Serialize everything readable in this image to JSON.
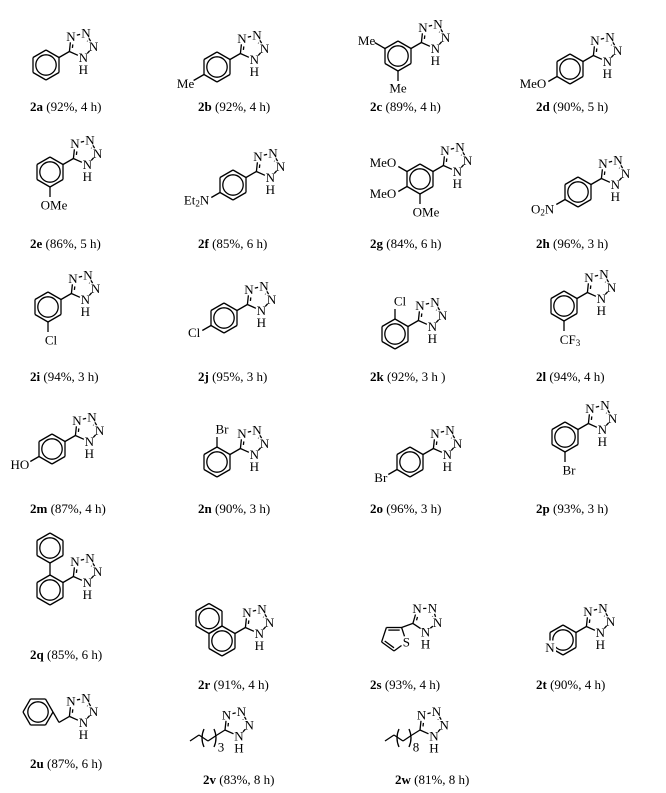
{
  "compounds": [
    {
      "id": "2a",
      "cond": "(92%, 4 h)"
    },
    {
      "id": "2b",
      "cond": "(92%, 4 h)"
    },
    {
      "id": "2c",
      "cond": "(89%, 4 h)"
    },
    {
      "id": "2d",
      "cond": "(90%, 5 h)"
    },
    {
      "id": "2e",
      "cond": "(86%, 5 h)"
    },
    {
      "id": "2f",
      "cond": "(85%, 6 h)"
    },
    {
      "id": "2g",
      "cond": "(84%, 6 h)"
    },
    {
      "id": "2h",
      "cond": "(96%, 3 h)"
    },
    {
      "id": "2i",
      "cond": "(94%, 3 h)"
    },
    {
      "id": "2j",
      "cond": "(95%, 3 h)"
    },
    {
      "id": "2k",
      "cond": "(92%, 3 h )"
    },
    {
      "id": "2l",
      "cond": "(94%, 4 h)"
    },
    {
      "id": "2m",
      "cond": "(87%, 4 h)"
    },
    {
      "id": "2n",
      "cond": "(90%, 3 h)"
    },
    {
      "id": "2o",
      "cond": "(96%, 3 h)"
    },
    {
      "id": "2p",
      "cond": "(93%, 3 h)"
    },
    {
      "id": "2q",
      "cond": "(85%, 6 h)"
    },
    {
      "id": "2r",
      "cond": "(91%, 4 h)"
    },
    {
      "id": "2s",
      "cond": "(93%, 4 h)"
    },
    {
      "id": "2t",
      "cond": "(90%, 4 h)"
    },
    {
      "id": "2u",
      "cond": "(87%, 6 h)"
    },
    {
      "id": "2v",
      "cond": "(83%, 8 h)"
    },
    {
      "id": "2w",
      "cond": "(81%, 8 h)"
    }
  ],
  "atom_labels": {
    "N": "N",
    "NH": "N",
    "H": "H",
    "Me": "Me",
    "MeO": "MeO",
    "OMe": "OMe",
    "Et2N": "Et",
    "Et2N_sub": "2",
    "Et2N_N": "N",
    "O2N_O": "O",
    "O2N_sub": "2",
    "O2N_N": "N",
    "Cl": "Cl",
    "Br": "Br",
    "HO": "HO",
    "CF3": "CF",
    "CF3_sub": "3",
    "S": "S",
    "n3": "3",
    "n8": "8"
  }
}
